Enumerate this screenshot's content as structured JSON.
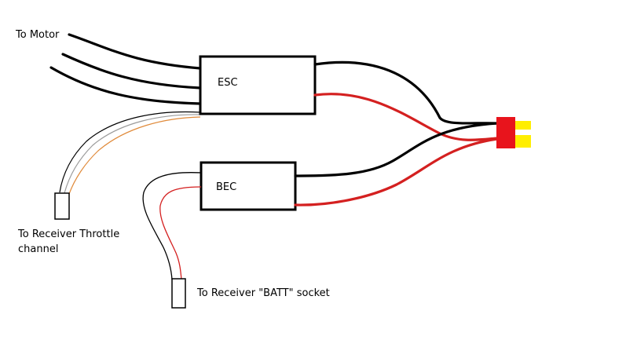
{
  "labels": {
    "motor": "To Motor",
    "esc": "ESC",
    "bec": "BEC",
    "receiver_throttle_line1": "To Receiver Throttle",
    "receiver_throttle_line2": "channel",
    "receiver_batt": "To Receiver \"BATT\" socket"
  },
  "colors": {
    "wire_black": "#000000",
    "wire_red": "#d42020",
    "servo_orange": "#e08a3a",
    "servo_gray": "#9a9a9a",
    "connector_red": "#e8141c",
    "connector_yellow": "#ffee00"
  }
}
